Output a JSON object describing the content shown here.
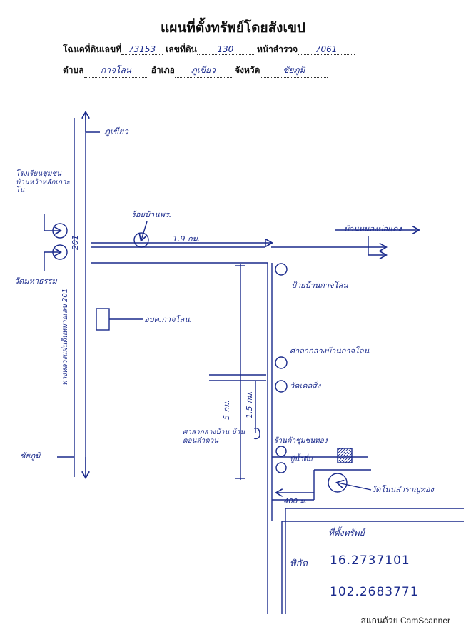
{
  "header": {
    "title": "แผนที่ตั้งทรัพย์โดยสังเขป",
    "deed_label": "โฉนดที่ดินเลขที่",
    "deed_value": "73153",
    "land_no_label": "เลขที่ดิน",
    "land_no_value": "130",
    "survey_page_label": "หน้าสำรวจ",
    "survey_page_value": "7061",
    "subdistrict_label": "ตำบล",
    "subdistrict_value": "กาจโลน",
    "district_label": "อำเภอ",
    "district_value": "ภูเขียว",
    "province_label": "จังหวัด",
    "province_value": "ชัยภูมิ"
  },
  "map": {
    "to_phukhieo": "ภูเขียว",
    "school": "โรงเรียนชุมชนบ้านหว้าหลักเกาะโน",
    "wat_thammaram": "วัดมหาธรรม",
    "highway": "ทางหลวงแผ่นดินหมายเลข 201",
    "highway_sign": "201",
    "chaiyaphum": "ชัยภูมิ",
    "village_fork": "ร้อยบ้านพร.",
    "dist_main": "1.9 กม.",
    "to_ban_nong": "บ้านหนองบ่อแดง",
    "sign_ban_kachlon": "ป้ายบ้านกาจโลน",
    "sao_office": "อบต.กาจโลน.",
    "health_center": "ศาลากลางบ้านกาจโลน",
    "wat_lane": "วัดเคลสิ่ง",
    "dist_5": "5 กม.",
    "dist_1_5": "1.5 กม.",
    "village_hall": "ศาลากลางบ้าน บ้านดอนลำดวน",
    "shop": "ร้านค้าชุมชนทอง",
    "water_tank": "ปู้น้ำดื่ม",
    "temple_near": "วัดโนนสำราญทอง",
    "dist_400": "400 ม.",
    "property": "ที่ตั้งทรัพย์",
    "coords_label": "พิกัด",
    "lat": "16.2737101",
    "lon": "102.2683771"
  },
  "footer": {
    "scanner": "สแกนด้วย CamScanner"
  },
  "colors": {
    "ink": "#1a2a8c",
    "print": "#111111"
  }
}
